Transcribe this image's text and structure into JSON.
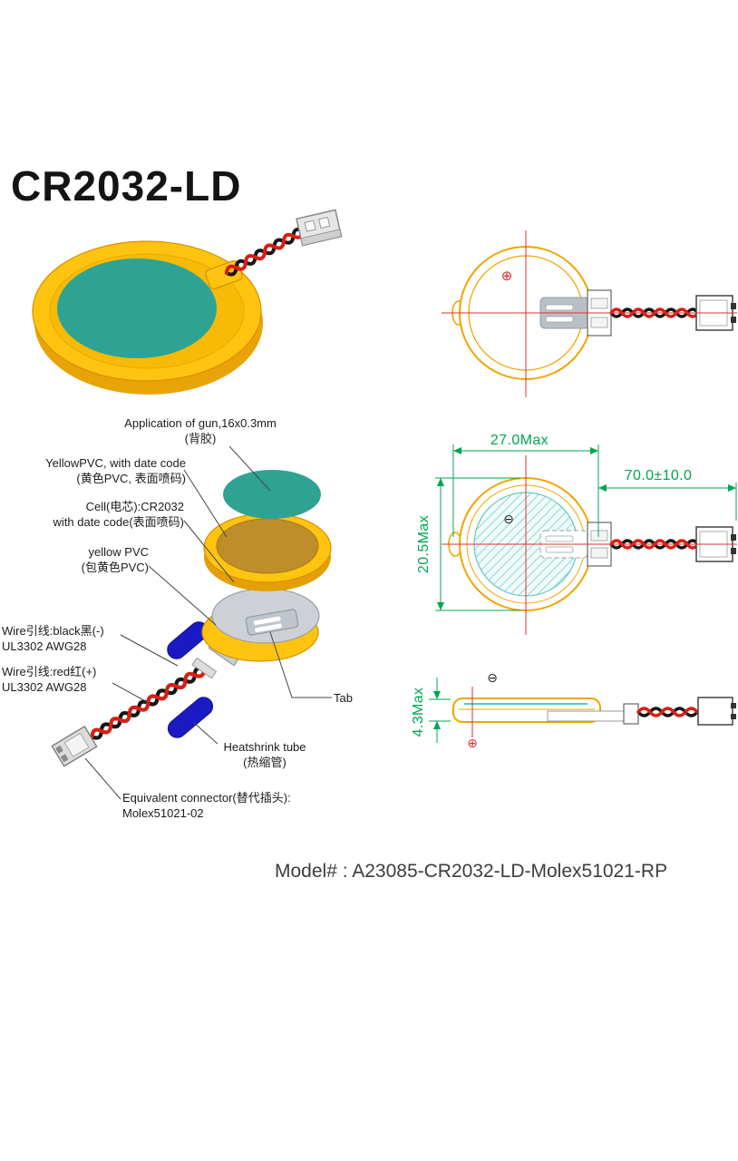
{
  "title": "CR2032-LD",
  "model_number": "Model# : A23085-CR2032-LD-Molex51021-RP",
  "colors": {
    "case_yellow": "#FFC410",
    "case_outline": "#D89000",
    "adhesive_teal": "#2EA394",
    "cell_hatch": "#8FDCD6",
    "dimension_green": "#00A650",
    "centerline_red": "#E03030",
    "wire_red": "#D81E12",
    "wire_black": "#151515",
    "heatshrink_blue": "#1A1AC4",
    "metal_gray": "#BFC5CC"
  },
  "callouts": {
    "adhesive": {
      "line1": "Application of gun,16x0.3mm",
      "line2": "(背胶)"
    },
    "pvc_top": {
      "line1": "YellowPVC, with date code",
      "line2": "(黄色PVC, 表面喷码)"
    },
    "cell": {
      "line1": "Cell(电芯):CR2032",
      "line2": "with date code(表面喷码)"
    },
    "pvc_bottom": {
      "line1": "yellow PVC",
      "line2": "(包黄色PVC)"
    },
    "wire_black": {
      "line1": "Wire引线:black黑(-)",
      "line2": "UL3302 AWG28"
    },
    "wire_red": {
      "line1": "Wire引线:red红(+)",
      "line2": "UL3302 AWG28"
    },
    "tab": {
      "line1": "Tab"
    },
    "heatshrink": {
      "line1": "Heatshrink tube",
      "line2": "(热缩管)"
    },
    "connector": {
      "line1": "Equivalent connector(替代插头):",
      "line2": "Molex51021-02"
    }
  },
  "dimensions": {
    "overall_width": "27.0Max",
    "lead_length": "70.0±10.0",
    "overall_height": "20.5Max",
    "thickness": "4.3Max"
  },
  "symbols": {
    "positive": "⊕",
    "negative": "⊖"
  }
}
